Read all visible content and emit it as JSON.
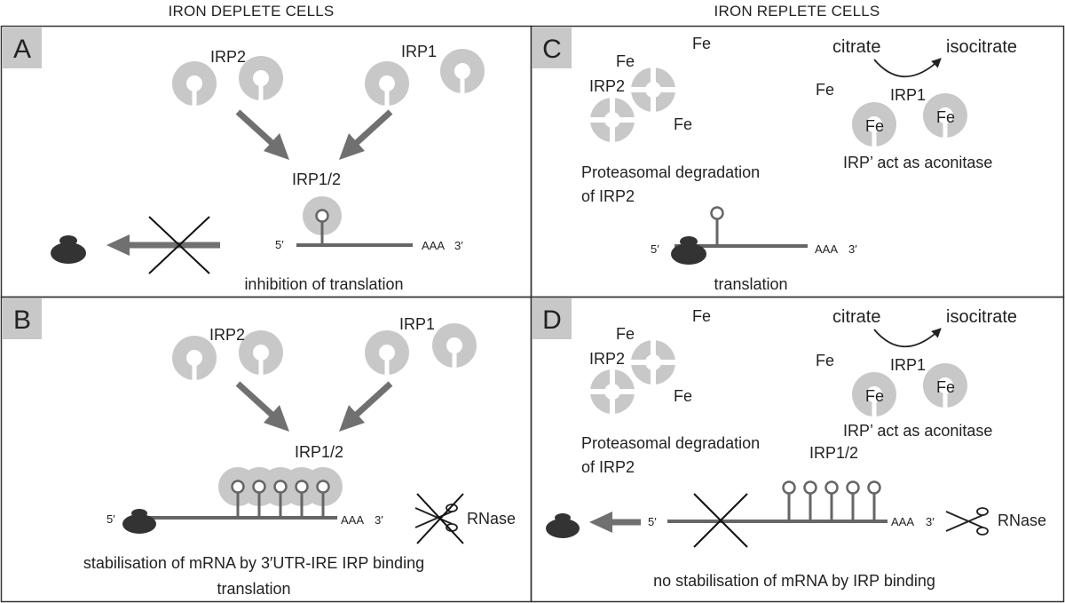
{
  "headers": {
    "left": "IRON DEPLETE CELLS",
    "right": "IRON REPLETE CELLS"
  },
  "colors": {
    "irp": "#c8c8c8",
    "rna": "#666666",
    "ribosome": "#333333",
    "arrow": "#707070",
    "label_bg": "#c8c8c8"
  },
  "panels": {
    "A": {
      "letter": "A",
      "irp2": "IRP2",
      "irp1": "IRP1",
      "irp12": "IRP1/2",
      "five": "5′",
      "aaa": "AAA",
      "three": "3′",
      "caption": "inhibition of translation"
    },
    "B": {
      "letter": "B",
      "irp2": "IRP2",
      "irp1": "IRP1",
      "irp12": "IRP1/2",
      "five": "5′",
      "aaa": "AAA",
      "three": "3′",
      "rnase": "RNase",
      "caption1": "stabilisation of mRNA by 3′UTR-IRE IRP binding",
      "caption2": "translation"
    },
    "C": {
      "letter": "C",
      "fe_top": "Fe",
      "fe_left": "Fe",
      "fe_mid": "Fe",
      "fe_right": "Fe",
      "irp2": "IRP2",
      "irp1": "IRP1",
      "fe_in1": "Fe",
      "fe_in2": "Fe",
      "citrate": "citrate",
      "isocitrate": "isocitrate",
      "aconitase": "IRP’ act as aconitase",
      "degradation1": "Proteasomal degradation",
      "degradation2": "of IRP2",
      "five": "5′",
      "aaa": "AAA",
      "three": "3′",
      "caption": "translation"
    },
    "D": {
      "letter": "D",
      "fe_top": "Fe",
      "fe_left": "Fe",
      "fe_mid": "Fe",
      "fe_right": "Fe",
      "irp2": "IRP2",
      "irp1": "IRP1",
      "fe_in1": "Fe",
      "fe_in2": "Fe",
      "citrate": "citrate",
      "isocitrate": "isocitrate",
      "aconitase": "IRP’ act as aconitase",
      "degradation1": "Proteasomal degradation",
      "degradation2": "of IRP2",
      "irp12": "IRP1/2",
      "five": "5′",
      "aaa": "AAA",
      "three": "3′",
      "rnase": "RNase",
      "caption": "no stabilisation of mRNA by IRP binding"
    }
  }
}
